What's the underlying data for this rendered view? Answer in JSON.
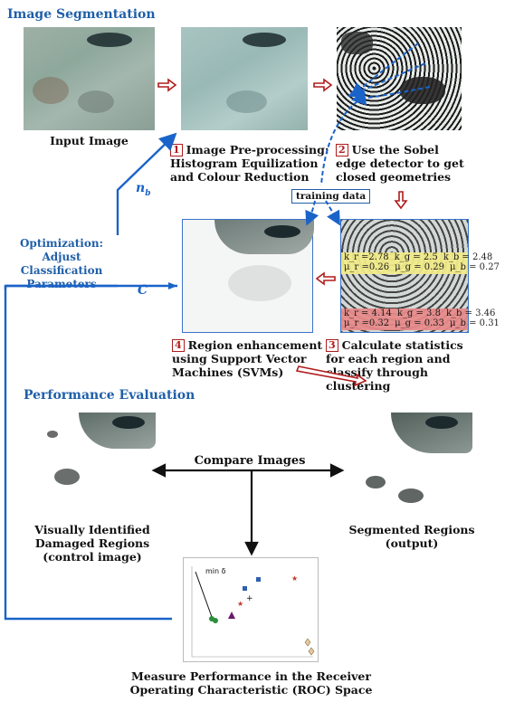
{
  "headings": {
    "segmentation": "Image Segmentation",
    "performance": "Performance Evaluation"
  },
  "steps": {
    "input": "Input Image",
    "s1_num": "1",
    "s1_text": "Image Pre-processing: Histogram Equilization and Colour Reduction",
    "s2_num": "2",
    "s2_text": "Use the Sobel edge detector to get closed geometries",
    "s3_num": "3",
    "s3_text": "Calculate statistics for each region and classify through clustering",
    "s4_num": "4",
    "s4_text": "Region enhancement using Support Vector Machines (SVMs)"
  },
  "labels": {
    "training_data": "training data",
    "optimization": "Optimization: Adjust Classification Parameters",
    "nb": "n",
    "nb_sub": "b",
    "c": "C",
    "compare": "Compare Images",
    "visual": "Visually Identified Damaged Regions (control image)",
    "segmented": "Segmented Regions (output)",
    "roc": "Measure Performance in the Receiver Operating Characteristic (ROC) Space",
    "min_delta": "min δ"
  },
  "stats": {
    "yellow_row1": [
      "k_r =2.78",
      "k_g = 2.5",
      "k_b = 2.48"
    ],
    "yellow_row2": [
      "μ_r =0.26",
      "μ_g = 0.29",
      "μ_b = 0.27"
    ],
    "red_row1": [
      "k_r = 4.14",
      "k_g = 3.8",
      "k_b = 3.46"
    ],
    "red_row2": [
      "μ_r =0.32",
      "μ_g = 0.33",
      "μ_b = 0.31"
    ]
  },
  "colors": {
    "heading_blue": "#1f5fa8",
    "flow_blue": "#1a63c9",
    "arrow_red": "#b01c1c",
    "stat_yellow": "#f3ec8a",
    "stat_red": "#e98a8a"
  }
}
